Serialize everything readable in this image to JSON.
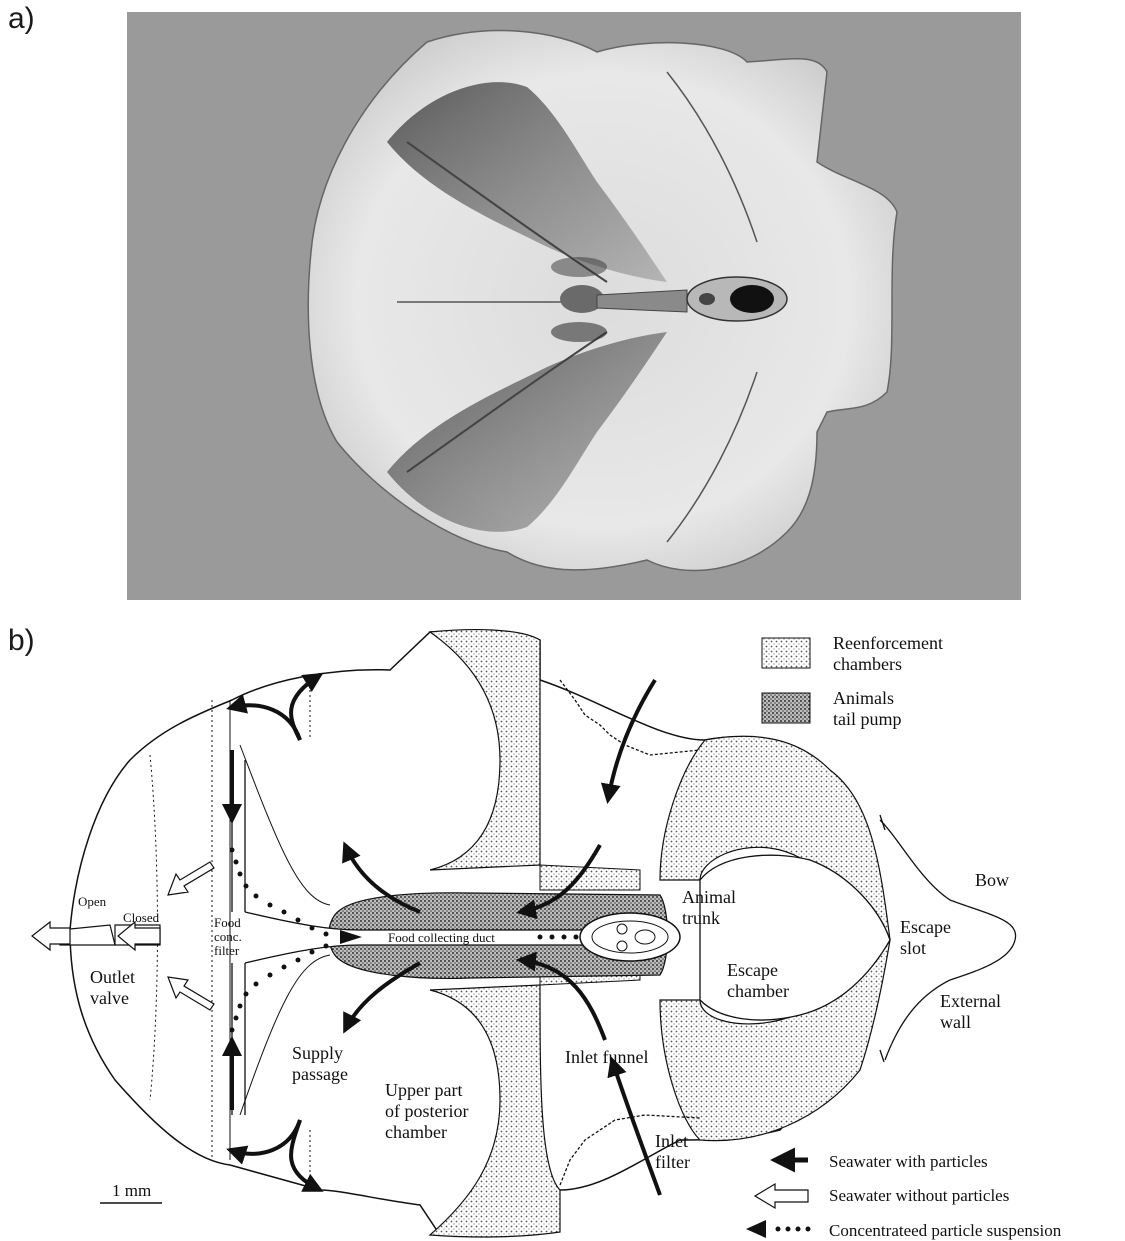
{
  "panels": {
    "a": "a)",
    "b": "b)"
  },
  "legend": {
    "reinforcement": [
      "Reenforcement",
      "chambers"
    ],
    "tail_pump": [
      "Animals",
      "tail pump"
    ],
    "with_particles": "Seawater with particles",
    "without_particles": "Seawater without particles",
    "concentrated": "Concentrateed particle suspension"
  },
  "labels": {
    "open": "Open",
    "closed": "Closed",
    "food_conc_filter": [
      "Food",
      "conc.",
      "filter"
    ],
    "outlet_valve": [
      "Outlet",
      "valve"
    ],
    "supply_passage": [
      "Supply",
      "passage"
    ],
    "upper_posterior": [
      "Upper part",
      "of posterior",
      "chamber"
    ],
    "food_collecting_duct": "Food collecting duct",
    "animal_trunk": [
      "Animal",
      "trunk"
    ],
    "escape_chamber": [
      "Escape",
      "chamber"
    ],
    "escape_slot": [
      "Escape",
      "slot"
    ],
    "bow": "Bow",
    "external_wall": [
      "External",
      "wall"
    ],
    "inlet_funnel": "Inlet funnel",
    "inlet_filter": [
      "Inlet",
      "filter"
    ],
    "scale_bar": "1 mm"
  },
  "colors": {
    "photo_background": "#9a9a9a",
    "house_light": "#eeeeee",
    "line": "#111111"
  }
}
